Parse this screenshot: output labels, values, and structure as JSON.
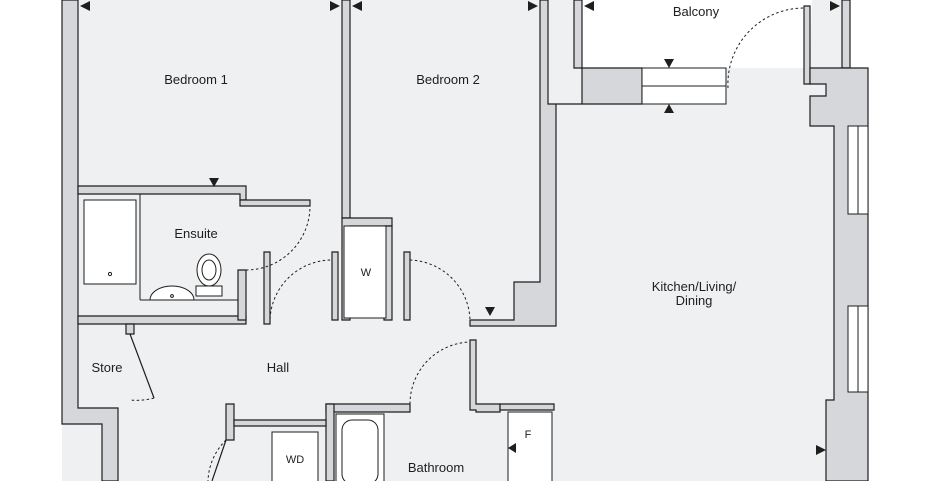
{
  "floorplan": {
    "rooms": {
      "bedroom1": "Bedroom 1",
      "bedroom2": "Bedroom 2",
      "balcony": "Balcony",
      "ensuite": "Ensuite",
      "kitchen_line1": "Kitchen/Living/",
      "kitchen_line2": "Dining",
      "store": "Store",
      "hall": "Hall",
      "bathroom": "Bathroom"
    },
    "fixtures": {
      "wardrobe": "W",
      "fridge": "F",
      "washer_dryer": "WD"
    },
    "colors": {
      "floor": "#eef0f2",
      "wall": "#d6d7db",
      "line": "#1e1e1e",
      "background": "#ffffff"
    }
  }
}
